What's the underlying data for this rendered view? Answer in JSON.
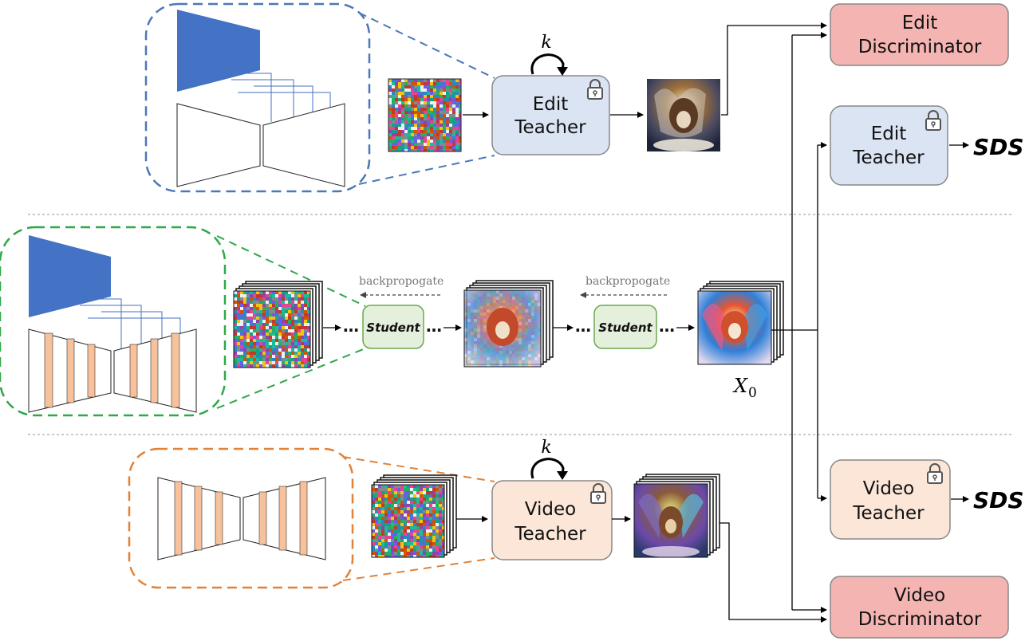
{
  "top": {
    "teacher_label": [
      "Edit",
      "Teacher"
    ],
    "loop_label": "k"
  },
  "middle": {
    "student_label": "Student",
    "dots": "…",
    "backprop_label": "backpropogate",
    "output_label_main": "X",
    "output_label_sub": "0"
  },
  "bottom": {
    "teacher_label": [
      "Video",
      "Teacher"
    ],
    "loop_label": "k"
  },
  "right": {
    "edit_discriminator": [
      "Edit",
      "Discriminator"
    ],
    "edit_teacher": [
      "Edit",
      "Teacher"
    ],
    "video_teacher": [
      "Video",
      "Teacher"
    ],
    "video_discriminator": [
      "Video",
      "Discriminator"
    ],
    "sds_top": "SDS",
    "sds_bottom": "SDS"
  },
  "colors": {
    "edit_teacher_fill": "#dbe4f3",
    "student_fill": "#e4f0dc",
    "video_teacher_fill": "#fbe6d8",
    "discriminator_fill": "#f4b5b2",
    "blue_dash": "#4a78b8",
    "green_dash": "#2ea84a",
    "orange_dash": "#e0823a",
    "encoder_blue": "#4472c4",
    "stripe_orange": "#f7c29b",
    "noise_palette": [
      "#c0392b",
      "#27ae60",
      "#2e86c1",
      "#f1c40f",
      "#8e44ad",
      "#16a085",
      "#d35400",
      "#ecf0f1",
      "#7f8c8d",
      "#1abc9c",
      "#e84393",
      "#6c5ce7"
    ]
  },
  "icons": [
    "lock-icon",
    "loop-arrow-icon",
    "noise-image",
    "dog-image"
  ]
}
